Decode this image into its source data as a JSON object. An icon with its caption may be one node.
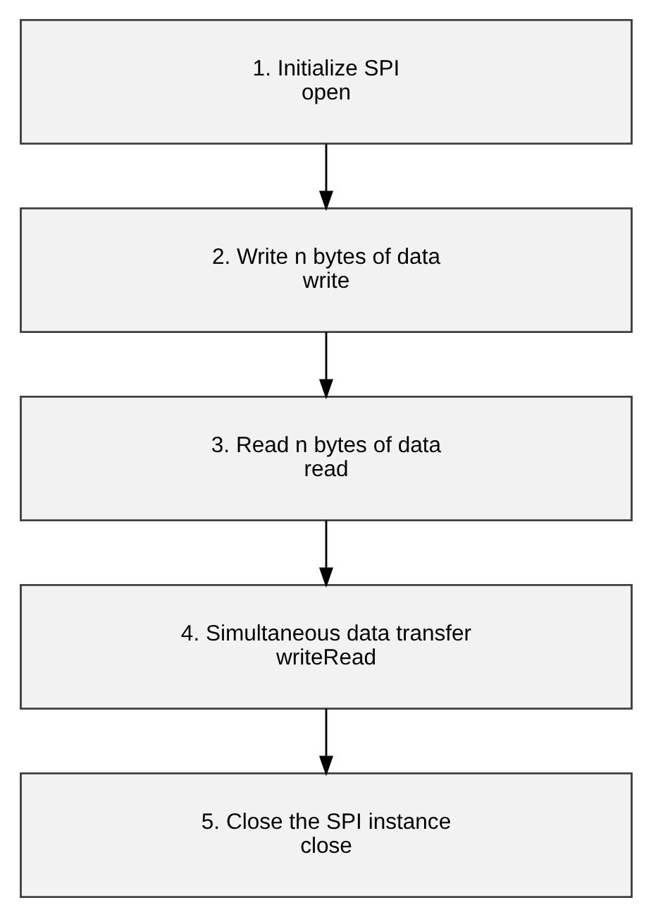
{
  "diagram": {
    "nodes": [
      {
        "text": [
          "1. Initialize SPI",
          "open"
        ]
      },
      {
        "text": [
          "2. Write n bytes of data",
          "write"
        ]
      },
      {
        "text": [
          "3. Read n bytes of data",
          "read"
        ]
      },
      {
        "text": [
          "4. Simultaneous data transfer",
          "writeRead"
        ]
      },
      {
        "text": [
          "5. Close the SPI instance",
          "close"
        ]
      }
    ],
    "edges": [
      {
        "from": 0,
        "to": 1,
        "arrow": "to"
      },
      {
        "from": 1,
        "to": 2,
        "arrow": "to"
      },
      {
        "from": 2,
        "to": 3,
        "arrow": "to"
      },
      {
        "from": 3,
        "to": 4,
        "arrow": "to"
      }
    ]
  }
}
